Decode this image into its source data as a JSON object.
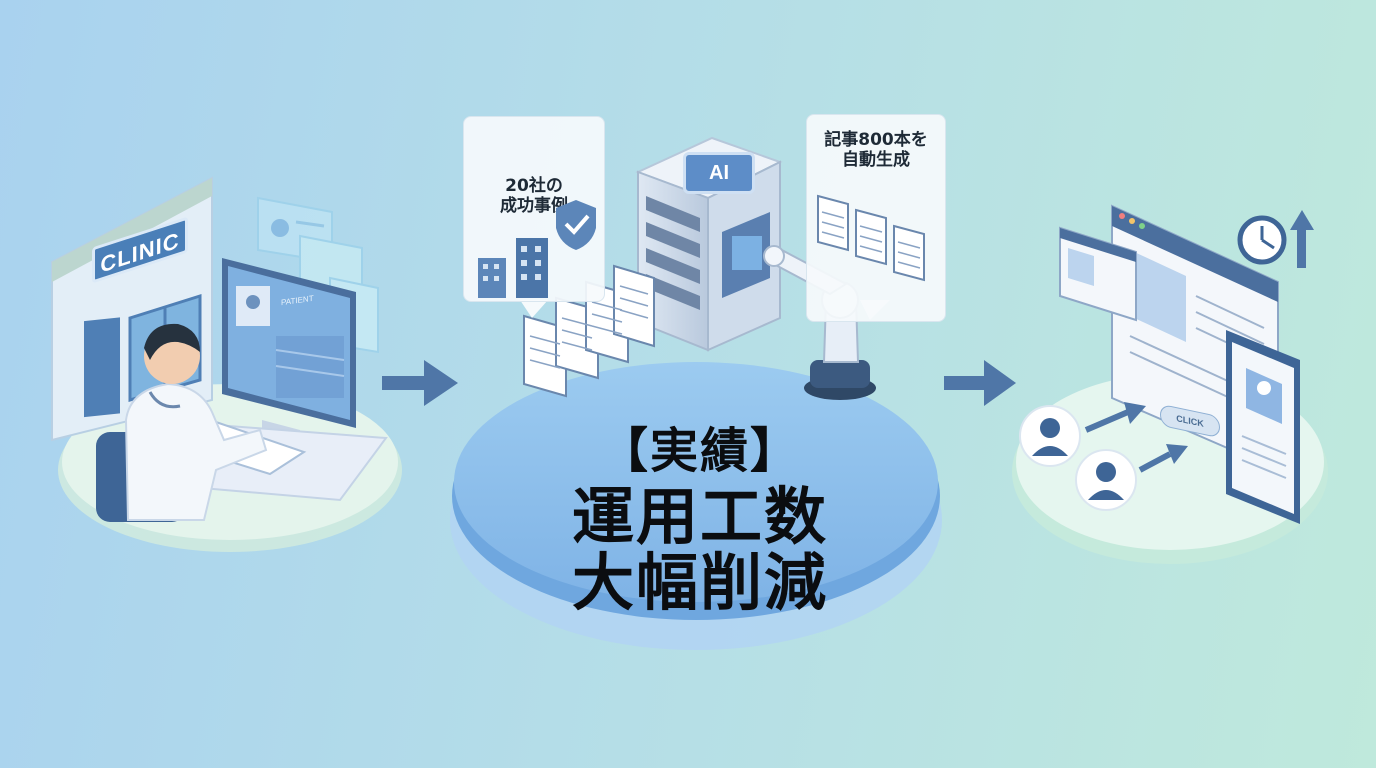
{
  "left_scene": {
    "clinic_sign": "CLINIC",
    "monitor_label": "PATIENT"
  },
  "center_scene": {
    "bubble_left": {
      "line1": "20社の",
      "line2": "成功事例"
    },
    "server_chip": "AI",
    "bubble_right": {
      "line1": "記事800本を",
      "line2": "自動生成"
    },
    "headline": {
      "line1": "【実績】",
      "line2": "運用工数",
      "line3": "大幅削減"
    }
  },
  "right_scene": {
    "cta_button": "CLICK"
  },
  "colors": {
    "accent_blue": "#4a7fb8",
    "arrow": "#4f76a7",
    "platform": "#8fc0ea",
    "headline_text": "#0b0d10"
  },
  "icons": [
    "clinic-building-icon",
    "doctor-icon",
    "arrow-right-icon",
    "building-icon",
    "shield-check-icon",
    "document-stack-icon",
    "server-icon",
    "robot-arm-icon",
    "clock-icon",
    "arrow-up-icon",
    "user-icon",
    "browser-window-icon",
    "smartphone-icon"
  ]
}
